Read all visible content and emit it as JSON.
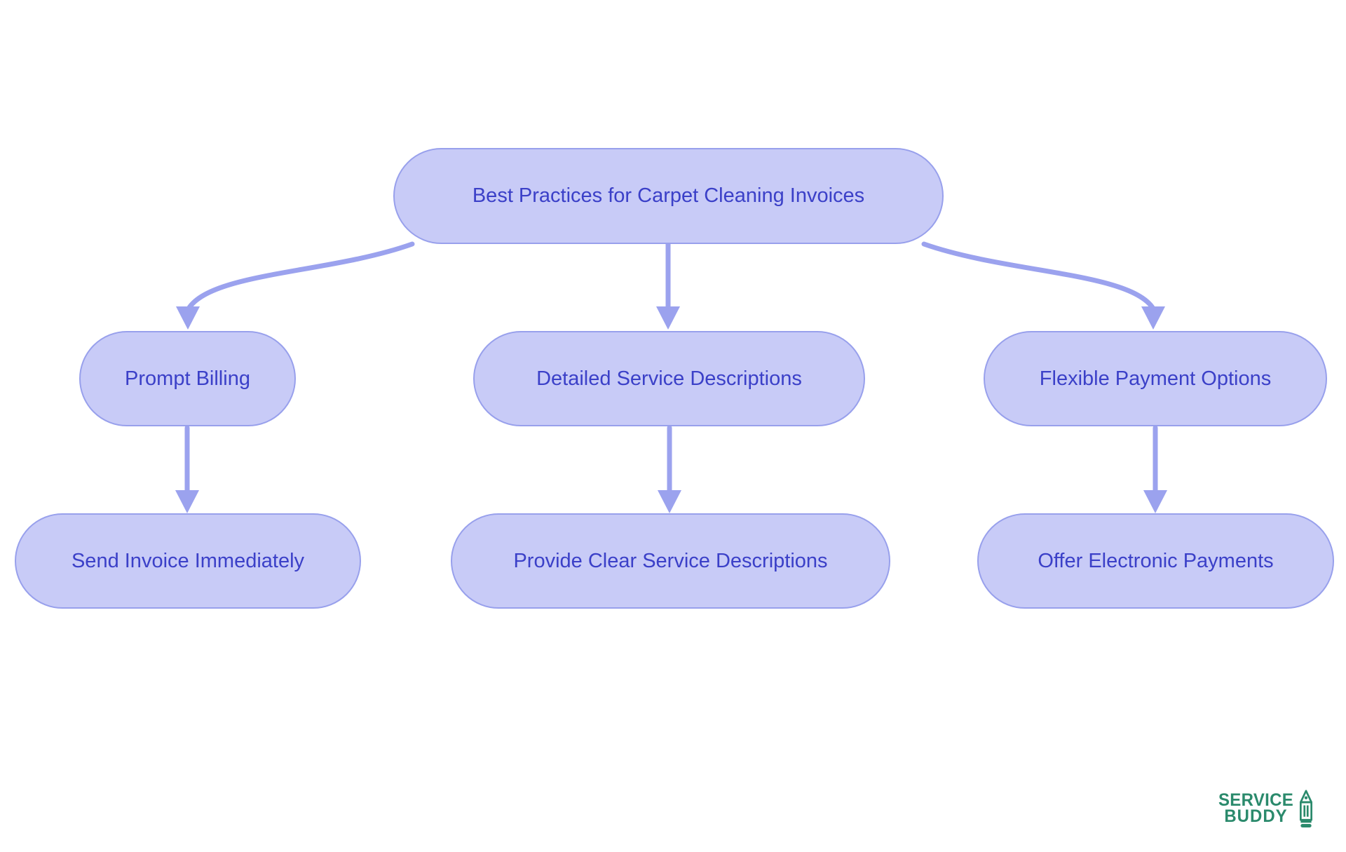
{
  "diagram": {
    "title": "Best Practices for Carpet Cleaning Invoices flowchart",
    "nodes": [
      {
        "id": "root",
        "label": "Best Practices for Carpet Cleaning Invoices"
      },
      {
        "id": "prompt-billing",
        "label": "Prompt Billing"
      },
      {
        "id": "detailed-service",
        "label": "Detailed Service Descriptions"
      },
      {
        "id": "flexible-payment",
        "label": "Flexible Payment Options"
      },
      {
        "id": "send-invoice",
        "label": "Send Invoice Immediately"
      },
      {
        "id": "provide-clear",
        "label": "Provide Clear Service Descriptions"
      },
      {
        "id": "offer-electronic",
        "label": "Offer Electronic Payments"
      }
    ],
    "edges": [
      {
        "from": "root",
        "to": "prompt-billing"
      },
      {
        "from": "root",
        "to": "detailed-service"
      },
      {
        "from": "root",
        "to": "flexible-payment"
      },
      {
        "from": "prompt-billing",
        "to": "send-invoice"
      },
      {
        "from": "detailed-service",
        "to": "provide-clear"
      },
      {
        "from": "flexible-payment",
        "to": "offer-electronic"
      }
    ],
    "colors": {
      "node_fill": "#c8cbf7",
      "node_border": "#98a0ec",
      "node_text": "#3b40c8",
      "arrow": "#9ba2ee",
      "background": "#ffffff"
    }
  },
  "brand": {
    "line1": "SERVICE",
    "line2": "BUDDY",
    "color": "#2b8a6c",
    "icon": "pencil-icon"
  }
}
